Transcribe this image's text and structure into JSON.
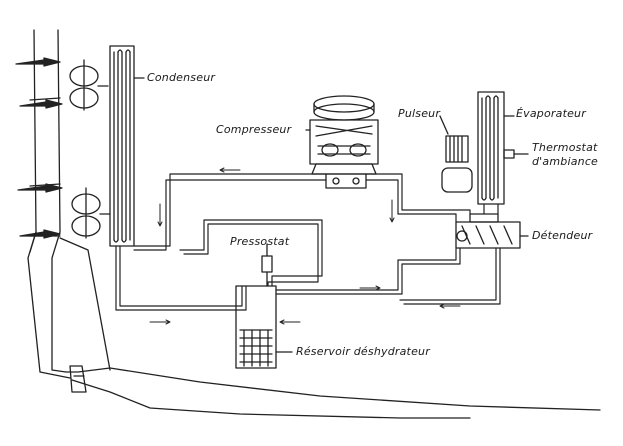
{
  "labels": {
    "condenseur": "Condenseur",
    "compresseur": "Compresseur",
    "pulseur": "Pulseur",
    "evaporateur": "Évaporateur",
    "thermostat_line1": "Thermostat",
    "thermostat_line2": "d'ambiance",
    "pressostat": "Pressostat",
    "detendeur": "Détendeur",
    "reservoir": "Réservoir déshydrateur"
  }
}
